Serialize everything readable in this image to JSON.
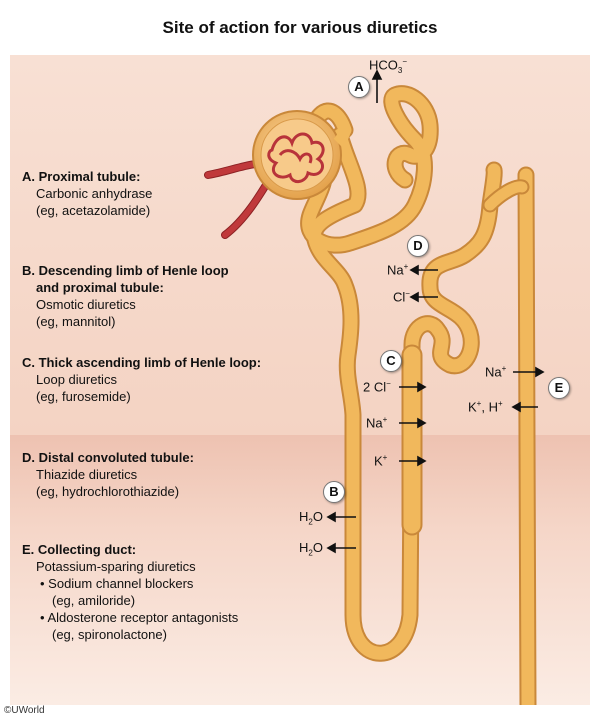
{
  "title": "Site of action for various diuretics",
  "copyright": "©UWorld",
  "legend": [
    {
      "head": "A. Proximal tubule:",
      "lines": [
        "Carbonic anhydrase",
        "(eg, acetazolamide)"
      ]
    },
    {
      "head": "B. Descending limb of Henle loop",
      "head2": "and proximal tubule:",
      "lines": [
        "Osmotic diuretics",
        "(eg, mannitol)"
      ]
    },
    {
      "head": "C. Thick ascending limb of Henle loop:",
      "lines": [
        "Loop diuretics",
        "(eg, furosemide)"
      ]
    },
    {
      "head": "D. Distal convoluted tubule:",
      "lines": [
        "Thiazide diuretics",
        "(eg, hydrochlorothiazide)"
      ]
    },
    {
      "head": "E. Collecting duct:",
      "lines": [
        "Potassium-sparing diuretics",
        "• Sodium channel blockers",
        "(eg, amiloride)",
        "• Aldosterone receptor antagonists",
        "(eg, spironolactone)"
      ]
    }
  ],
  "badges": {
    "a": "A",
    "b": "B",
    "c": "C",
    "d": "D",
    "e": "E"
  },
  "ions": {
    "hco3": "HCO",
    "hco3_sub": "3",
    "hco3_sup": "−",
    "na_sym": "Na",
    "k_sym": "K",
    "cl_sym": "Cl",
    "two_cl": "2 Cl",
    "plus": "+",
    "minus": "−",
    "h2o_h": "H",
    "h2o_sub": "2",
    "h2o_o": "O",
    "kh_k": "K",
    "kh_mid": ", H"
  },
  "colors": {
    "tubule": "#f1b85c",
    "tubule_edge": "#c9883a",
    "vessel": "#c0393b",
    "glomerulus_cap": "#f4c27a"
  }
}
